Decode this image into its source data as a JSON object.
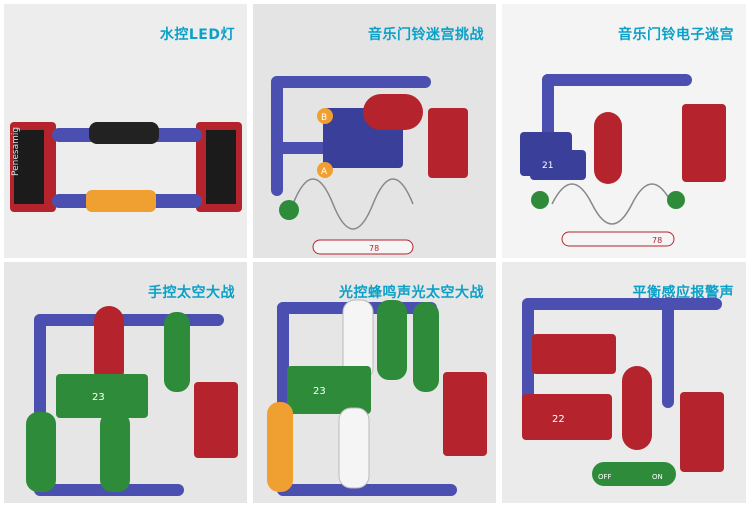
{
  "tiles": [
    {
      "title": "水控LED灯"
    },
    {
      "title": "音乐门铃迷宫挑战"
    },
    {
      "title": "音乐门铃电子迷宫"
    },
    {
      "title": "手控太空大战"
    },
    {
      "title": "光控蜂鸣声光太空大战"
    },
    {
      "title": "平衡感应报警声"
    }
  ],
  "labels": {
    "battery_brand": "Penesamig",
    "marker_a": "A",
    "marker_b": "B",
    "num_21": "21",
    "num_22": "22",
    "num_23": "23",
    "num_78": "78",
    "switch_off": "OFF",
    "switch_on": "ON"
  },
  "colors": {
    "title": "#0aa0c8",
    "wire_blue": "#4a4fb0",
    "red_block": "#b5242c",
    "green_block": "#2e8b3a",
    "orange_block": "#f0a030"
  }
}
